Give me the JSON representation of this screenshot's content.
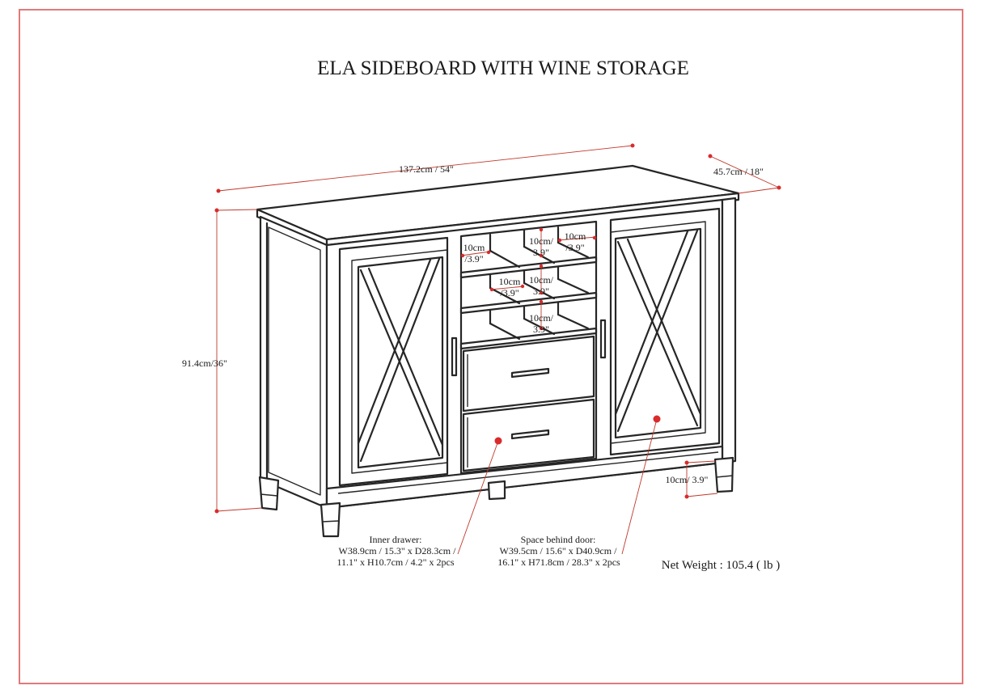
{
  "title": "ELA SIDEBOARD WITH WINE STORAGE",
  "dimensions": {
    "width": "137.2cm / 54\"",
    "depth": "45.7cm / 18\"",
    "height": "91.4cm/36\"",
    "leg": "10cm/ 3.9\""
  },
  "cubbies": {
    "r1_left_a": "10cm",
    "r1_left_b": "/3.9\"",
    "r1_mid_a": "10cm/",
    "r1_mid_b": "3.9\"",
    "r1_right_a": "10cm",
    "r1_right_b": "/3.9\"",
    "r2_left_a": "10cm",
    "r2_left_b": "/3.9\"",
    "r2_mid_a": "10cm/",
    "r2_mid_b": "3.9\"",
    "r3_mid_a": "10cm/",
    "r3_mid_b": "3.9\""
  },
  "inner_drawer": {
    "line1": "Inner drawer:",
    "line2": "W38.9cm / 15.3\" x D28.3cm /",
    "line3": "11.1\" x H10.7cm / 4.2\" x 2pcs"
  },
  "space_behind_door": {
    "line1": "Space behind door:",
    "line2": "W39.5cm / 15.6\" x D40.9cm /",
    "line3": "16.1\" x H71.8cm / 28.3\" x 2pcs"
  },
  "net_weight": "Net Weight : 105.4 ( lb )"
}
